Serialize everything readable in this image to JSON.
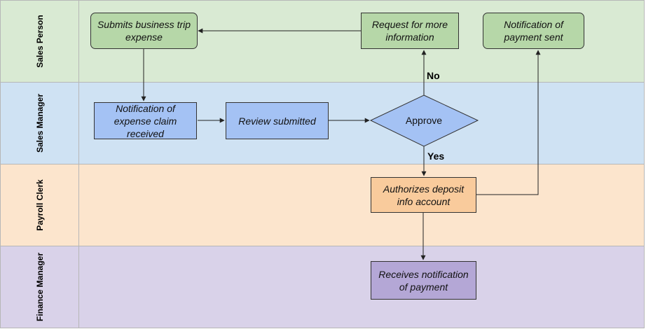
{
  "lanes": [
    {
      "label": "Sales Person",
      "color": "#d9ead3"
    },
    {
      "label": "Sales Manager",
      "color": "#cfe2f3"
    },
    {
      "label": "Payroll Clerk",
      "color": "#fce5cd"
    },
    {
      "label": "Finance Manager",
      "color": "#d9d2e9"
    }
  ],
  "nodes": {
    "submit": "Submits business trip expense",
    "request_info": "Request for more information",
    "payment_sent": "Notification of payment sent",
    "claim_received": "Notification of expense claim received",
    "review": "Review submitted",
    "approve": "Approve",
    "authorize": "Authorizes deposit info account",
    "receives": "Receives notification of payment"
  },
  "edges": {
    "no_label": "No",
    "yes_label": "Yes"
  },
  "colors": {
    "green_node": "#b6d7a8",
    "blue_node": "#a4c2f4",
    "orange_node": "#f9cb9c",
    "purple_node": "#b4a7d6"
  }
}
